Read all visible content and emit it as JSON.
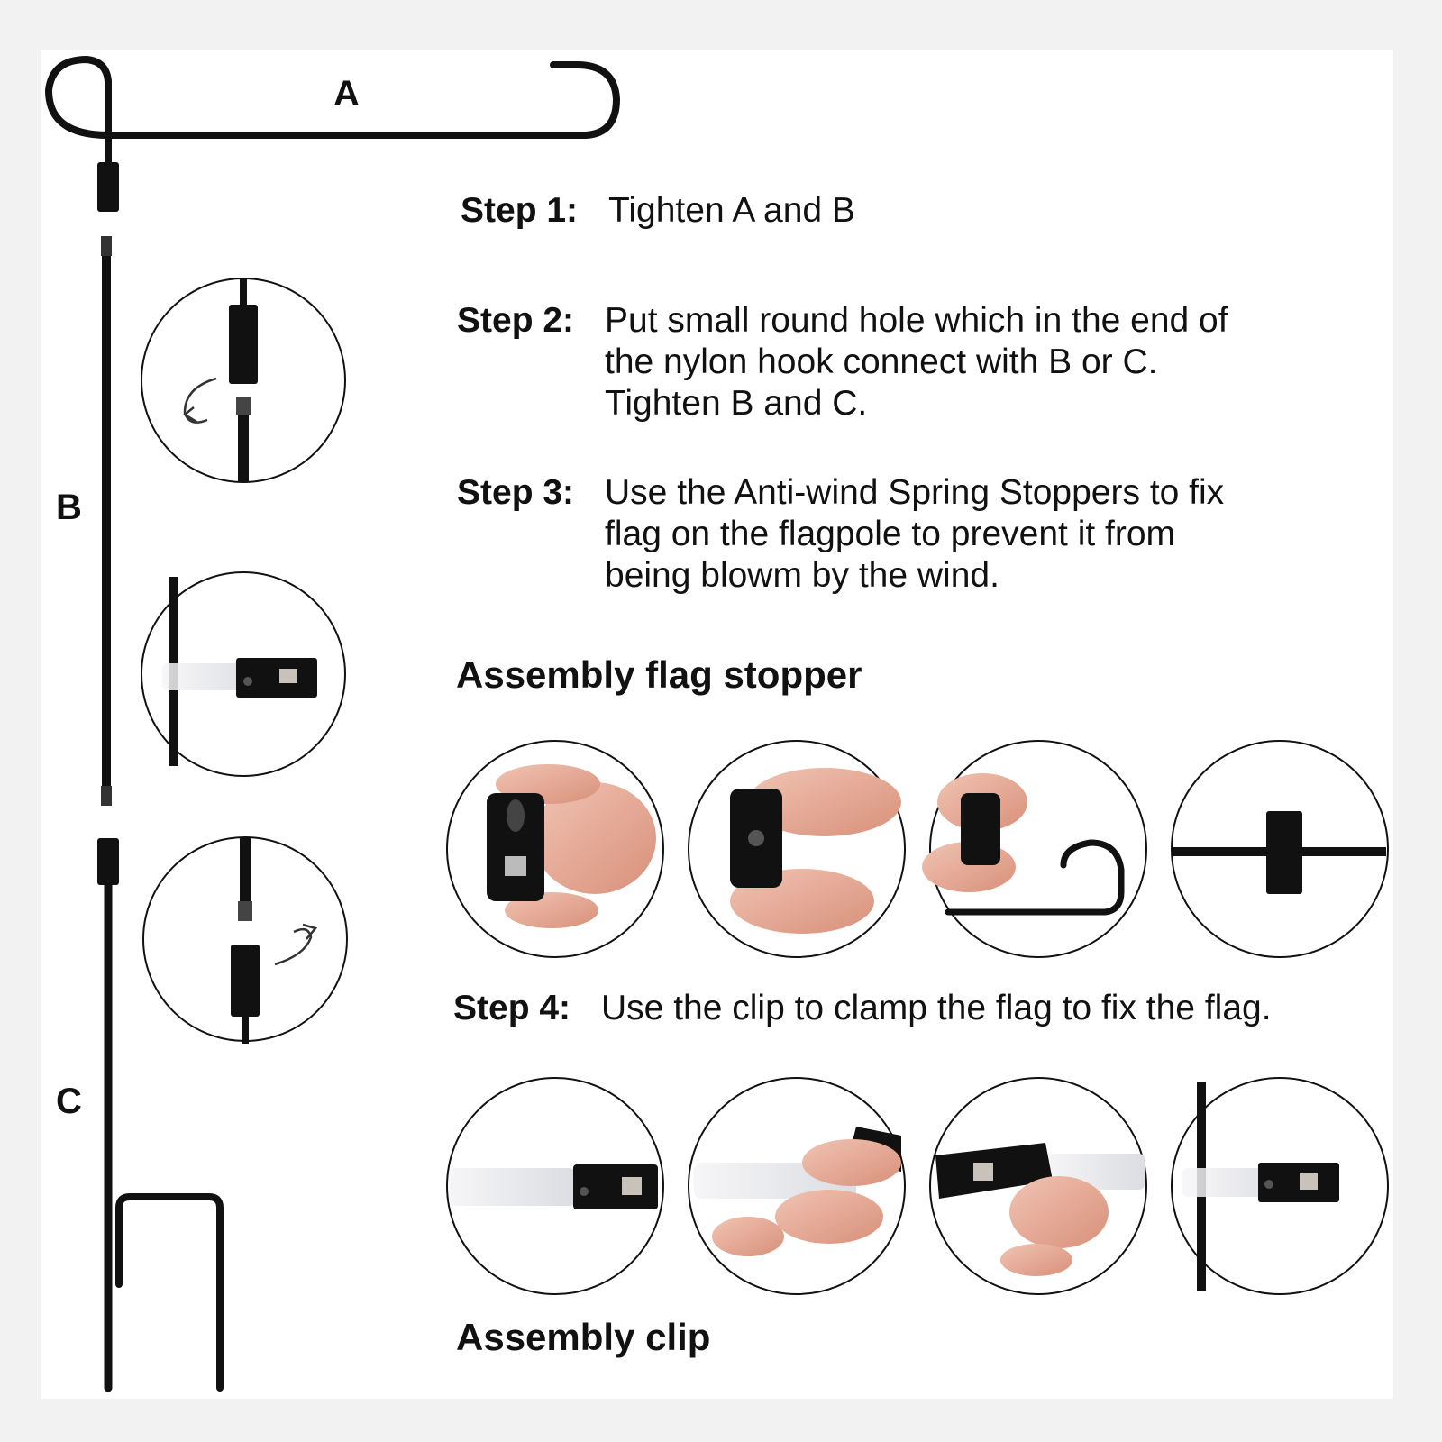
{
  "parts": {
    "a": "A",
    "b": "B",
    "c": "C"
  },
  "steps": [
    {
      "head": "Step 1:",
      "text": "Tighten A and B"
    },
    {
      "head": "Step 2:",
      "text": "Put small round hole which in the end of\nthe nylon hook connect with B or C.\nTighten B and C."
    },
    {
      "head": "Step 3:",
      "text": "Use the Anti-wind Spring Stoppers to fix\nflag on the flagpole to prevent it from\nbeing blowm by the wind."
    },
    {
      "head": "Step 4:",
      "text": "Use the clip to clamp the flag to fix the flag."
    }
  ],
  "sections": {
    "stopper_title": "Assembly flag stopper",
    "clip_title": "Assembly clip"
  },
  "colors": {
    "metal": "#111111",
    "skin": "#e9b3a0",
    "clip_film": "#e8e8ea"
  }
}
